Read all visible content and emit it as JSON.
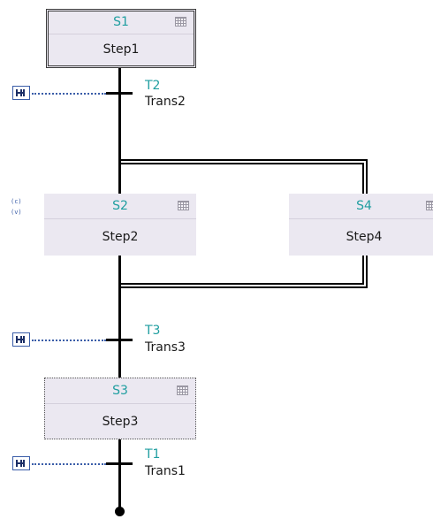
{
  "steps": {
    "s1": {
      "id": "S1",
      "name": "Step1"
    },
    "s2": {
      "id": "S2",
      "name": "Step2"
    },
    "s4": {
      "id": "S4",
      "name": "Step4"
    },
    "s3": {
      "id": "S3",
      "name": "Step3"
    }
  },
  "transitions": {
    "t2": {
      "id": "T2",
      "name": "Trans2"
    },
    "t3": {
      "id": "T3",
      "name": "Trans3"
    },
    "t1": {
      "id": "T1",
      "name": "Trans1"
    }
  },
  "step2_interlock": {
    "c_label": "(c)",
    "v_label": "(v)"
  },
  "icons": {
    "step_table": "table-grid-icon",
    "transition_condition": "condition-contact-icon"
  },
  "colors": {
    "step_id": "#1f9ea0",
    "step_fill": "#ebe8f1",
    "link": "#3a5da8"
  }
}
